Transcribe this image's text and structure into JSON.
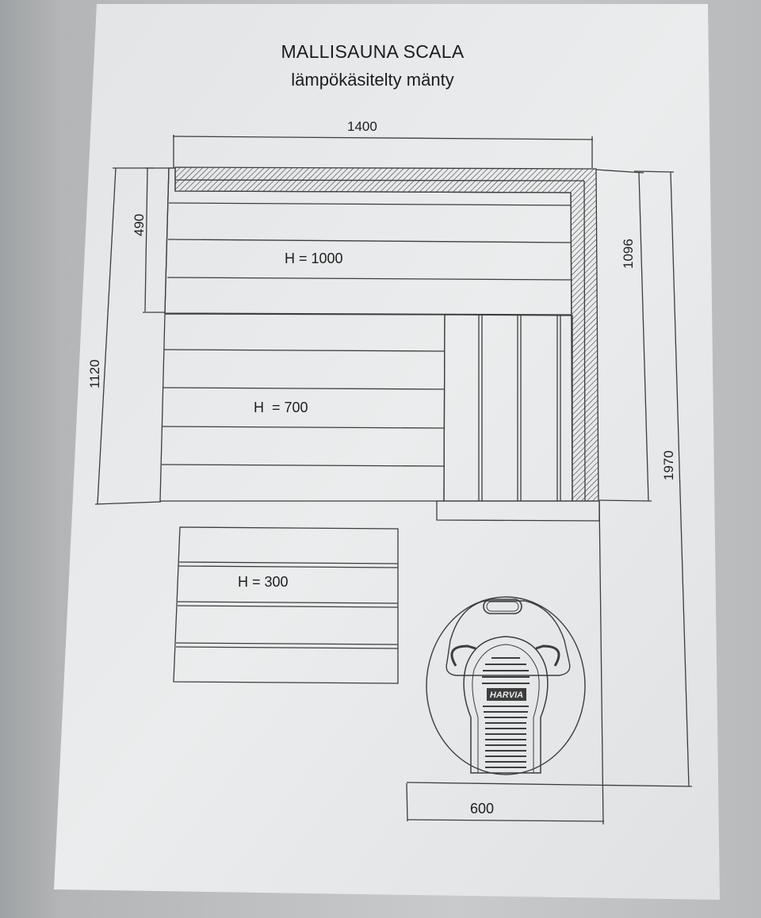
{
  "title": {
    "line1": "MALLISAUNA SCALA",
    "line2": "lämpökäsitelty mänty"
  },
  "dimensions": {
    "width_top": "1400",
    "depth_upper_left": "490",
    "depth_left_total": "1120",
    "depth_right_upper": "1096",
    "depth_right_total": "1970",
    "heater_width": "600"
  },
  "benches": {
    "upper": "H = 1000",
    "middle": "H  = 700",
    "lower": "H = 300"
  },
  "heater": {
    "brand": "HARVIA",
    "icon": "sauna-heater-icon"
  },
  "colors": {
    "paper": "#e6e8ea",
    "ink": "#3a3a3a"
  }
}
